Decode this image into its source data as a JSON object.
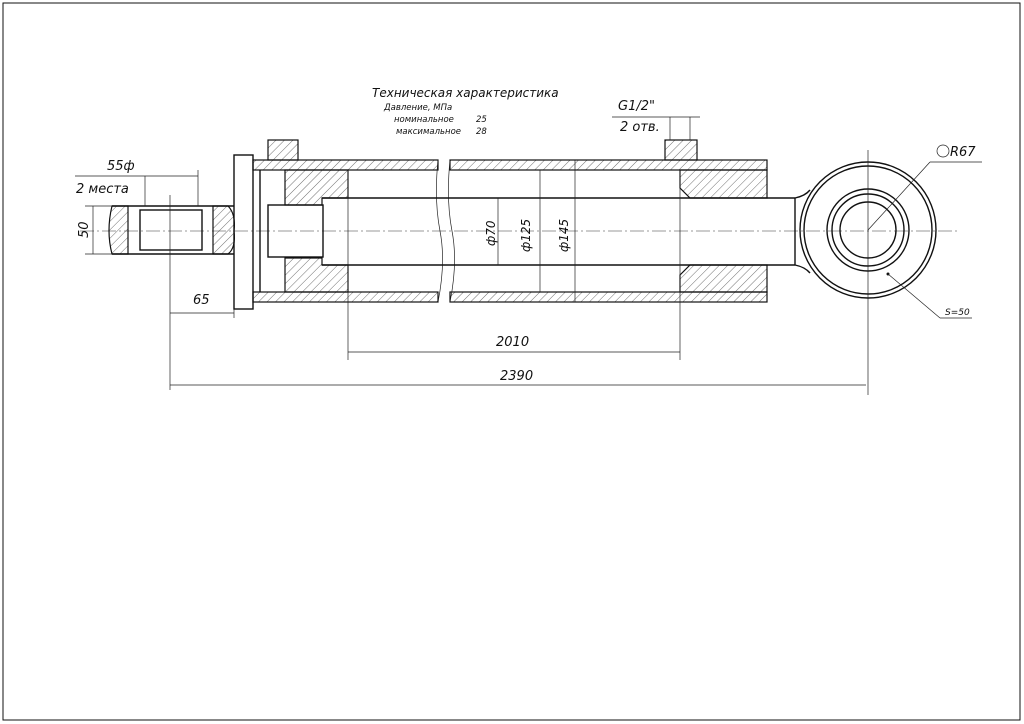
{
  "spec": {
    "title": "Техническая характеристика",
    "pressure_label": "Давление, МПа",
    "nominal_label": "номинальное",
    "nominal_value": "25",
    "max_label": "максимальное",
    "max_value": "28"
  },
  "ports": {
    "thread": "G1/2\"",
    "count": "2 отв."
  },
  "dims": {
    "pin_dia": "55ф",
    "pin_places": "2 места",
    "clevis_width": "50",
    "clevis_offset": "65",
    "stroke": "2010",
    "closed_length": "2390",
    "rod_dia": "ф70",
    "bore_dia": "ф125",
    "tube_dia": "ф145",
    "eye_radius": "R67",
    "eye_thickness": "S=50"
  }
}
